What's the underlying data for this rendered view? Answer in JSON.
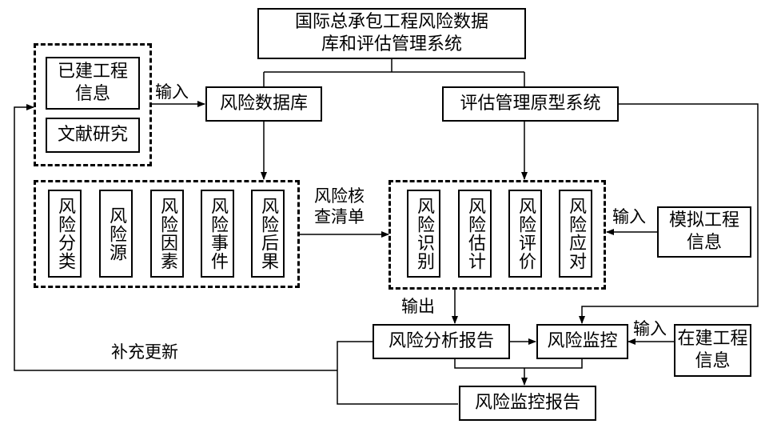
{
  "nodes": {
    "system": "国际总承包工程风险数据\n库和评估管理系统",
    "risk_database": "风险数据库",
    "assessment_system": "评估管理原型系统",
    "built_project_info": "已建工程\n信息",
    "literature_research": "文献研究",
    "simulated_project_info": "模拟工程\n信息",
    "ongoing_project_info": "在建工程\n信息",
    "risk_analysis_report": "风险分析报告",
    "risk_monitoring": "风险监控",
    "risk_monitoring_report": "风险监控报告"
  },
  "db_items": [
    "风险分类",
    "风险源",
    "风险因素",
    "风险事件",
    "风险后果"
  ],
  "assess_items": [
    "风险识别",
    "风险估计",
    "风险评价",
    "风险应对"
  ],
  "labels": {
    "input_1": "输入",
    "checklist": "风险核\n查清单",
    "input_2": "输入",
    "output": "输出",
    "input_3": "输入",
    "update": "补充更新"
  }
}
